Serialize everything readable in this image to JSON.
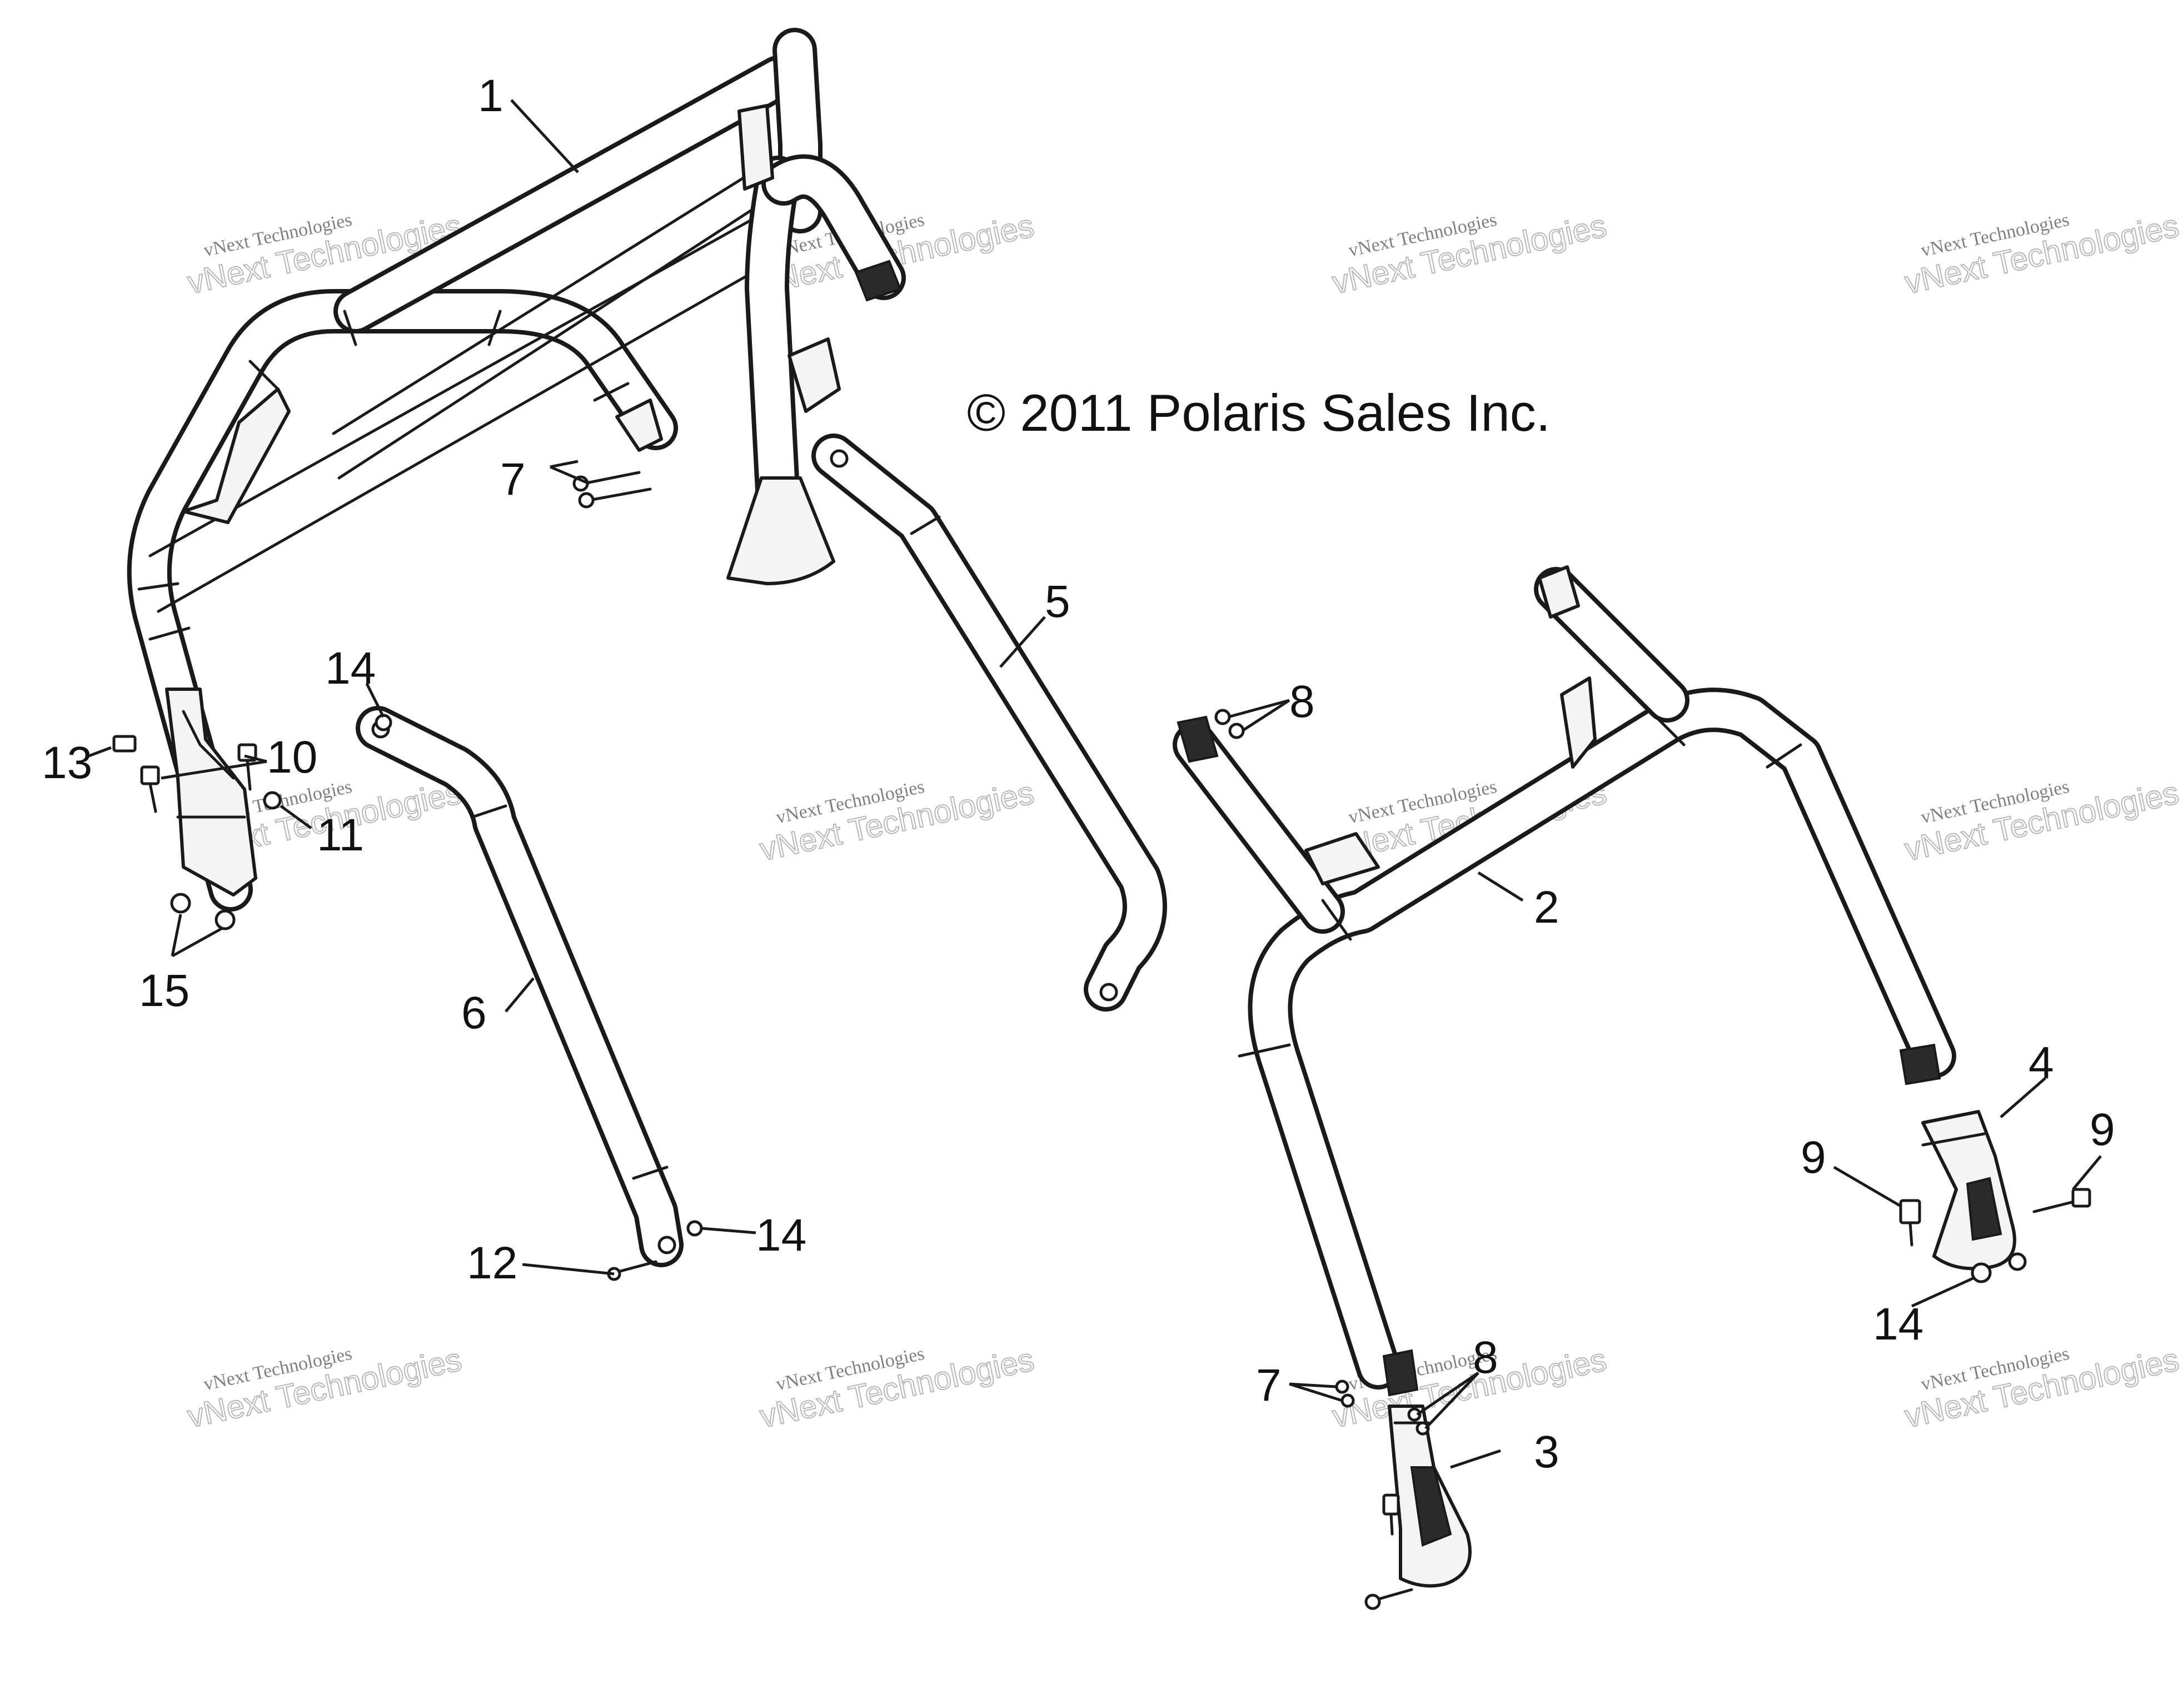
{
  "copyright": "© 2011 Polaris Sales Inc.",
  "watermark": {
    "line1": "vNext Technologies",
    "line2": "vNext Technologies"
  },
  "callouts": {
    "c1": "1",
    "c2": "2",
    "c3": "3",
    "c4": "4",
    "c5": "5",
    "c6": "6",
    "c7a": "7",
    "c7b": "7",
    "c8a": "8",
    "c8b": "8",
    "c9a": "9",
    "c9b": "9",
    "c10": "10",
    "c11": "11",
    "c12": "12",
    "c13": "13",
    "c14a": "14",
    "c14b": "14",
    "c14c": "14",
    "c15": "15"
  }
}
